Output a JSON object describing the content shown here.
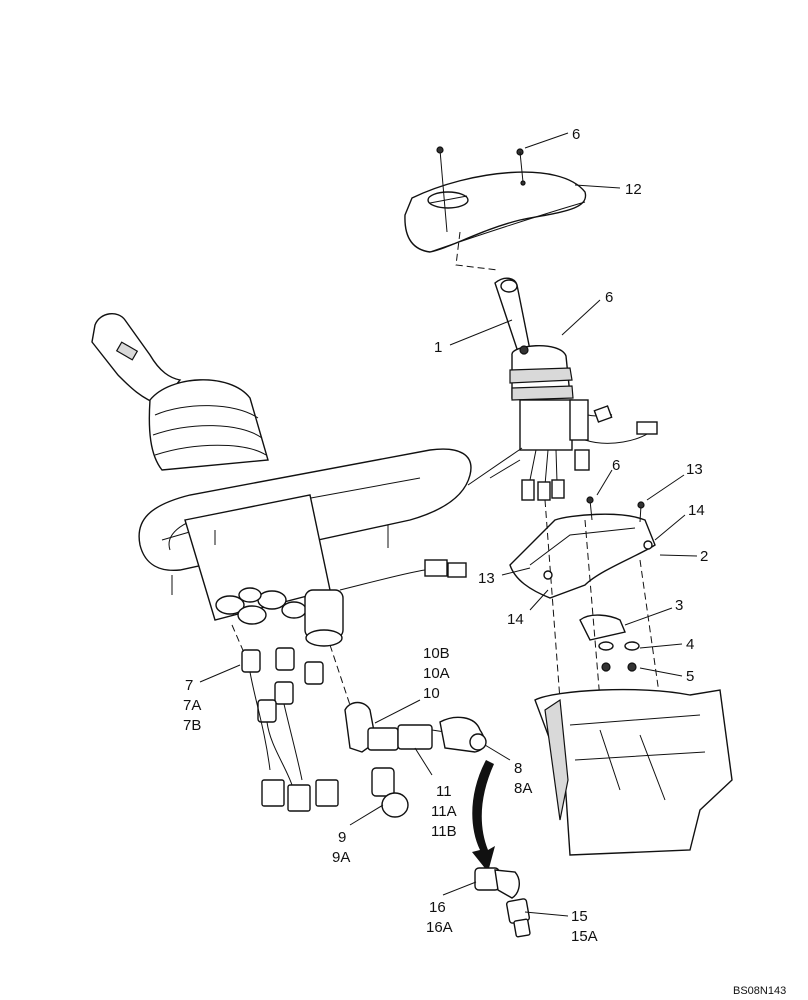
{
  "diagram": {
    "labels": {
      "l1": "1",
      "l2": "2",
      "l3": "3",
      "l4": "4",
      "l5": "5",
      "l6a": "6",
      "l6b": "6",
      "l6c": "6",
      "l7": "7",
      "l7a": "7A",
      "l7b": "7B",
      "l8": "8",
      "l8a": "8A",
      "l9": "9",
      "l9a": "9A",
      "l10": "10",
      "l10a": "10A",
      "l10b": "10B",
      "l11": "11",
      "l11a": "11A",
      "l11b": "11B",
      "l12": "12",
      "l13a": "13",
      "l13b": "13",
      "l14a": "14",
      "l14b": "14",
      "l15": "15",
      "l15a": "15A",
      "l16": "16",
      "l16a": "16A"
    },
    "code": "BS08N143"
  }
}
